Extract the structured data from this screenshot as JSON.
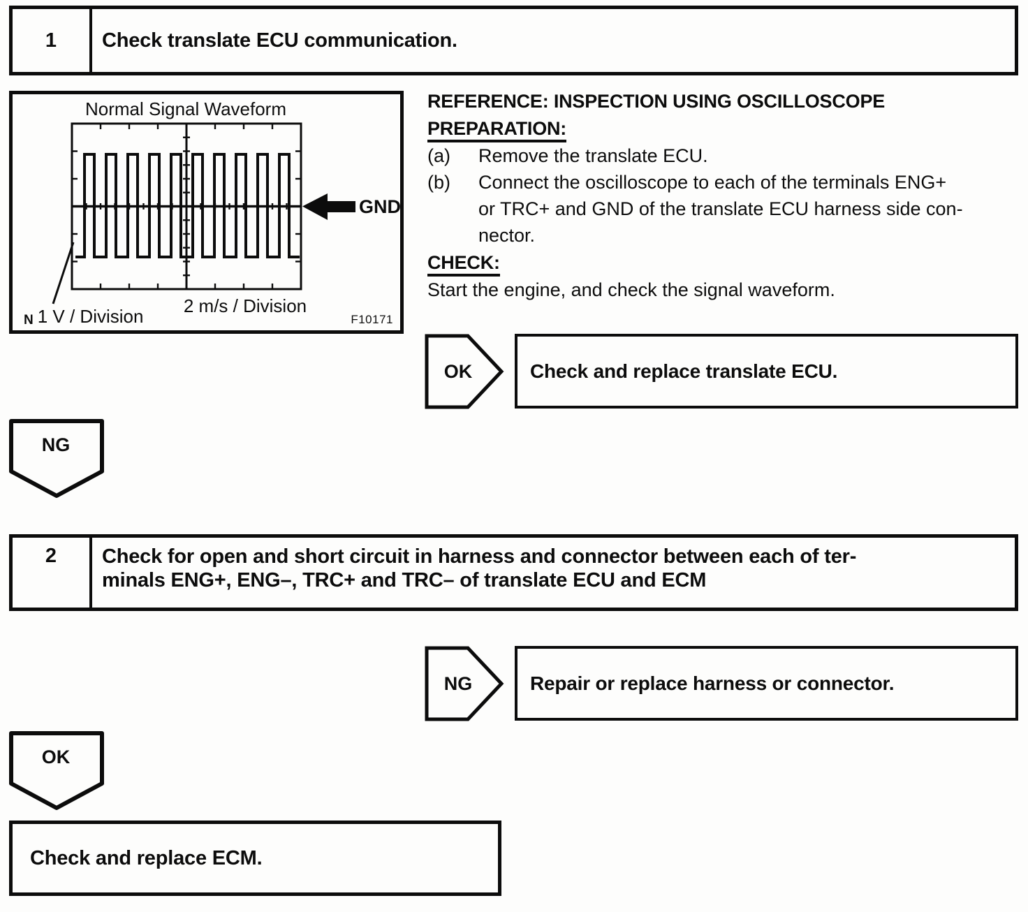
{
  "step1": {
    "number": "1",
    "title": "Check translate ECU communication."
  },
  "figure": {
    "title": "Normal Signal Waveform",
    "gnd_label": "GND",
    "x_scale": "2 m/s / Division",
    "y_scale_prefix": "N",
    "y_scale": "1 V / Division",
    "fig_code": "F10171",
    "waveform": {
      "type": "square",
      "cycles": 10,
      "start_level": "low"
    }
  },
  "instructions": {
    "reference": "REFERENCE: INSPECTION USING OSCILLOSCOPE",
    "preparation_heading": "PREPARATION:",
    "items": [
      {
        "label": "(a)",
        "lines": [
          "Remove the translate ECU."
        ]
      },
      {
        "label": "(b)",
        "lines": [
          "Connect the oscilloscope to each of the terminals ENG+",
          "or TRC+ and GND of the translate ECU harness side con-",
          "nector."
        ]
      }
    ],
    "check_heading": "CHECK:",
    "check_text": "Start the engine, and check the signal waveform."
  },
  "decision1": {
    "tag": "OK",
    "result": "Check and replace translate ECU."
  },
  "flow_ng": {
    "tag": "NG"
  },
  "step2": {
    "number": "2",
    "title_lines": [
      "Check for open and short circuit in harness and connector between each of ter-",
      "minals ENG+, ENG–, TRC+ and TRC– of translate ECU and ECM"
    ]
  },
  "decision2": {
    "tag": "NG",
    "result": "Repair or replace harness or connector."
  },
  "flow_ok": {
    "tag": "OK"
  },
  "final_box": {
    "text": "Check and replace ECM."
  }
}
